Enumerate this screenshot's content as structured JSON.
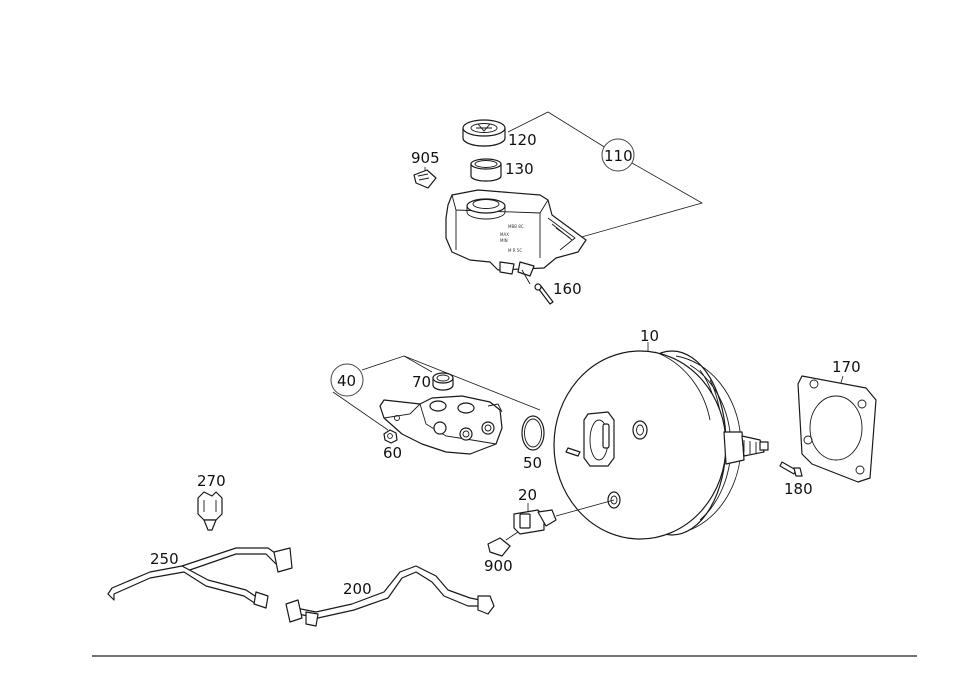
{
  "callouts": {
    "c10": "10",
    "c20": "20",
    "c40": "40",
    "c50": "50",
    "c60": "60",
    "c70": "70",
    "c110": "110",
    "c120": "120",
    "c130": "130",
    "c160": "160",
    "c170": "170",
    "c180": "180",
    "c200": "200",
    "c250": "250",
    "c270": "270",
    "c900": "900",
    "c905": "905"
  },
  "reservoir_markings": {
    "m1": "MBB 8C",
    "m2": "MAX",
    "m3": "MIN",
    "m4": "M R 5C"
  }
}
